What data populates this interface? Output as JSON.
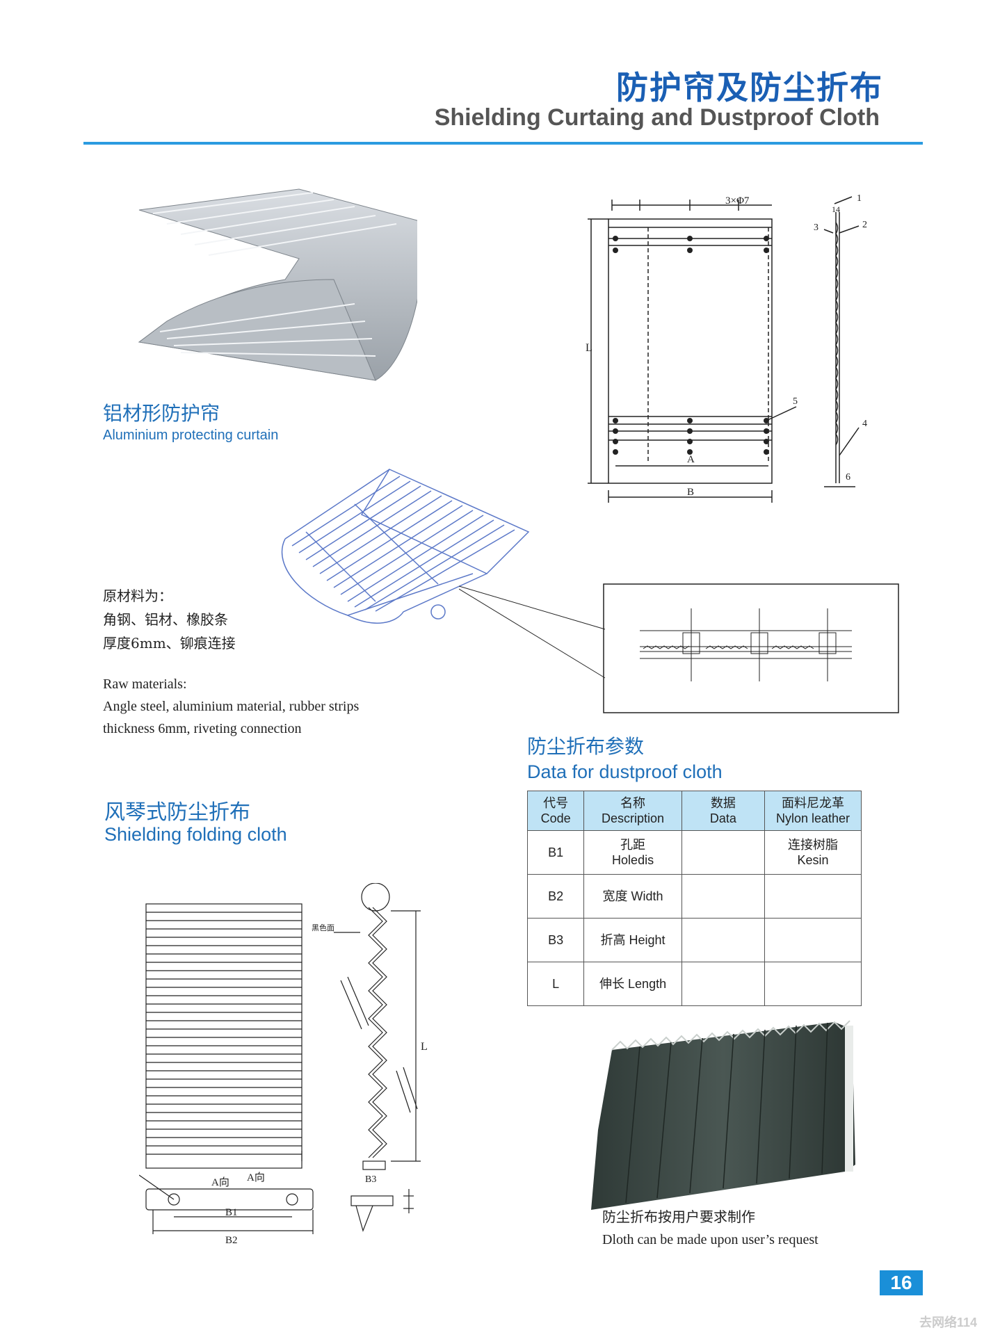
{
  "header": {
    "title_cn": "防护帘及防尘折布",
    "title_en": "Shielding Curtaing and Dustproof Cloth"
  },
  "aluminium": {
    "caption_cn": "铝材形防护帘",
    "caption_en": "Aluminium protecting curtain"
  },
  "materials": {
    "cn_lines": [
      "原材料为：",
      "角钢、铝材、橡胶条",
      "厚度6mm、铆痕连接"
    ],
    "en_lines": [
      "Raw materials:",
      "Angle steel, aluminium material, rubber strips",
      "thickness 6mm, riveting connection"
    ]
  },
  "folding": {
    "caption_cn": "风琴式防尘折布",
    "caption_en": "Shielding folding cloth"
  },
  "drawing_labels": {
    "hole_spec": "3×Φ7",
    "L": "L",
    "A": "A",
    "B": "B",
    "n1": "1",
    "n2": "2",
    "n3": "3",
    "n4": "4",
    "n5": "5",
    "n6": "6",
    "n14": "14",
    "black_face": "黑色面",
    "a_dir": "A向",
    "b1": "B1",
    "b2": "B2",
    "b3": "B3"
  },
  "dustproof": {
    "title_cn": "防尘折布参数",
    "title_en": "Data for dustproof cloth",
    "table": {
      "header": [
        {
          "cn": "代号",
          "en": "Code"
        },
        {
          "cn": "名称",
          "en": "Description"
        },
        {
          "cn": "数据",
          "en": "Data"
        },
        {
          "cn": "面料尼龙革",
          "en": "Nylon leather"
        }
      ],
      "rows": [
        {
          "code": "B1",
          "desc_cn": "孔距",
          "desc_en": "Holedis",
          "data": "",
          "mat_cn": "连接树脂",
          "mat_en": "Kesin"
        },
        {
          "code": "B2",
          "desc": "宽度  Width",
          "data": "",
          "mat": ""
        },
        {
          "code": "B3",
          "desc": "折高  Height",
          "data": "",
          "mat": ""
        },
        {
          "code": "L",
          "desc": "伸长  Length",
          "data": "",
          "mat": ""
        }
      ]
    },
    "note_cn": "防尘折布按用户要求制作",
    "note_en": "Dloth can be made upon user’s request"
  },
  "page_number": "16",
  "watermark": "去网络114",
  "colors": {
    "accent_blue": "#1a5fb4",
    "rule_blue": "#2b9be0",
    "table_head": "#bfe3f5",
    "page_badge": "#1a8fd8"
  }
}
